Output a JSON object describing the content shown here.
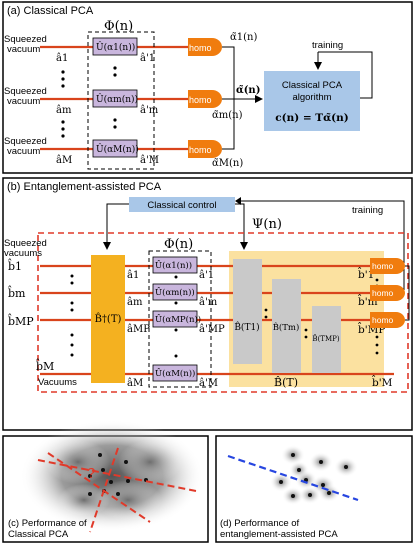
{
  "panel_a": {
    "title": "(a) Classical PCA",
    "sources": [
      "Squeezed",
      "vacuum",
      "Squeezed",
      "vacuum",
      "Squeezed",
      "vacuum"
    ],
    "phi": "Φ(n)",
    "in_modes": [
      "â1",
      "âm",
      "âM"
    ],
    "unitaries": [
      "Û(α1(n))",
      "Û(αm(n))",
      "Û(αM(n))"
    ],
    "out_modes": [
      "â'1",
      "â'm",
      "â'M"
    ],
    "detector": "homo",
    "meas": [
      "α̃1(n)",
      "α̃m(n)",
      "α̃M(n)"
    ],
    "alpha_vec": "α̃(n)",
    "alg_line1": "Classical PCA",
    "alg_line2": "algorithm",
    "alg_eq": "c(n) = Tα̃(n)",
    "training": "training"
  },
  "panel_b": {
    "title": "(b) Entanglement-assisted PCA",
    "control": "Classical control",
    "training": "training",
    "psi": "Ψ(n)",
    "phi": "Φ(n)",
    "squeezed_line1": "Squeezed",
    "squeezed_line2": "vacuums",
    "inputs": [
      "b̂1",
      "b̂m",
      "b̂MP",
      "b̂M"
    ],
    "vacuums": "Vacuums",
    "bdag": "B̂†(T)",
    "a_modes": [
      "â1",
      "âm",
      "âMP",
      "âM"
    ],
    "unitaries": [
      "Û(α1(n))",
      "Û(αm(n))",
      "Û(αMP(n))",
      "Û(αM(n))"
    ],
    "ap_modes": [
      "â'1",
      "â'm",
      "â'MP",
      "â'M"
    ],
    "b_blocks": [
      "B̂(T1)",
      "B̂(Tm)",
      "B̂(TMP)"
    ],
    "b_total": "B̂(T)",
    "outputs": [
      "b̂'1",
      "b̂'m",
      "b̂'MP",
      "b̂'M"
    ],
    "detector": "homo"
  },
  "panel_c": {
    "caption_line1": "(c) Performance of",
    "caption_line2": "Classical PCA",
    "question": "?"
  },
  "panel_d": {
    "caption_line1": "(d) Performance of",
    "caption_line2": "entanglement-assisted PCA"
  },
  "colors": {
    "red_wire": "#d9441c",
    "purple_box": "#c9b6dd",
    "detector_orange": "#f07c0e",
    "algo_blue": "#a9c7e8",
    "control_blue": "#a9c7e8",
    "bdag_yellow": "#f4b120",
    "btotal_yellow": "#fbe1a0",
    "grey_block": "#c9c9c9",
    "dashed_red": "#e03a2a",
    "blue_line": "#2746e0"
  }
}
